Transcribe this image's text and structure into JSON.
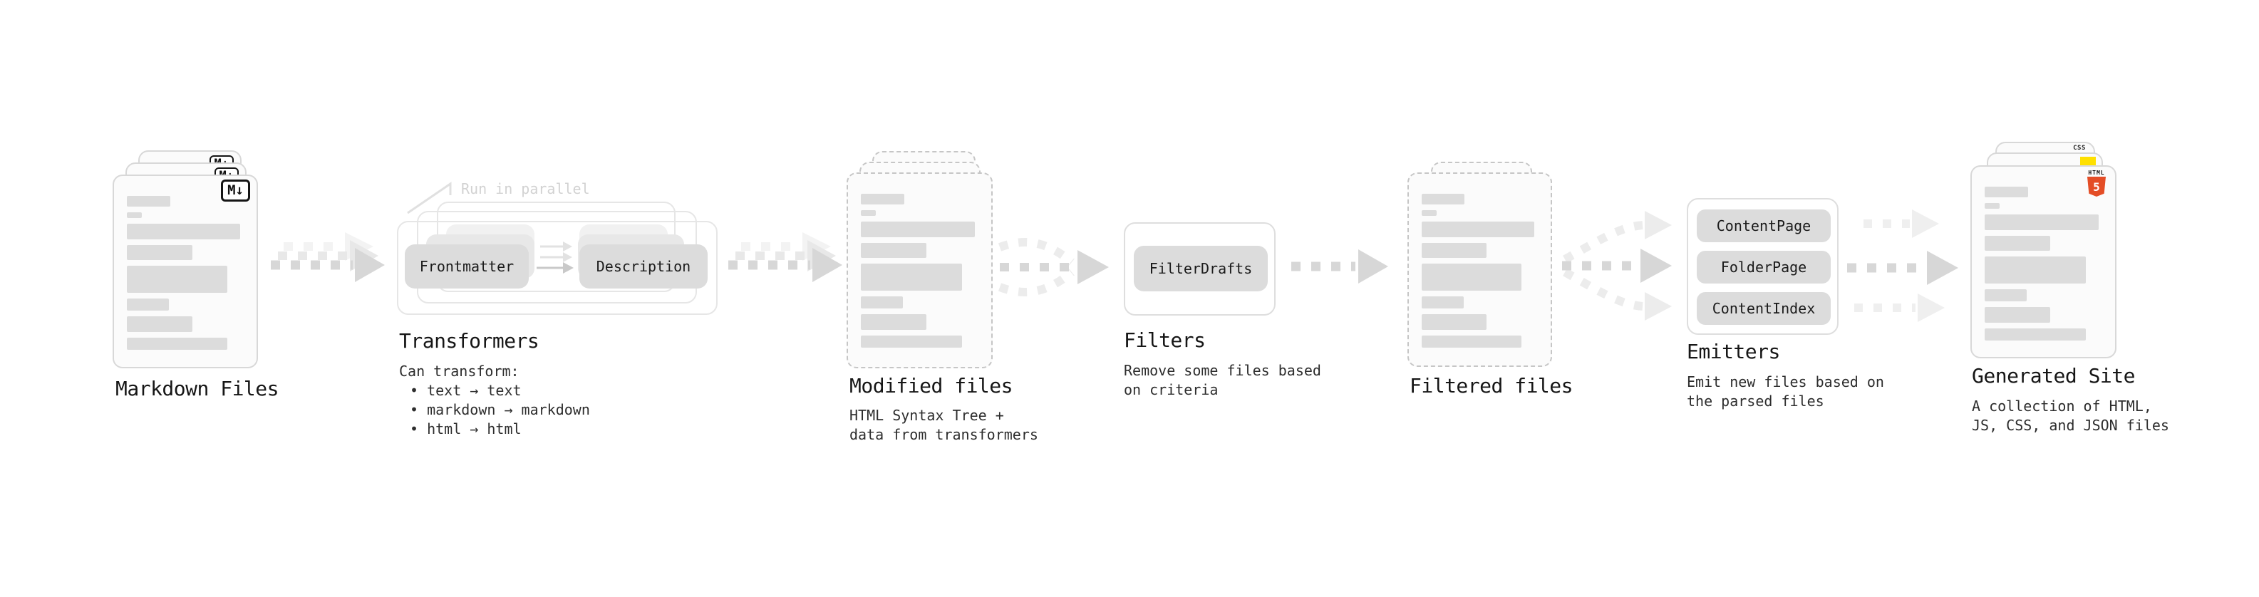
{
  "stages": {
    "markdown_files": {
      "label": "Markdown Files",
      "badge": "M↓"
    },
    "transformers": {
      "label": "Transformers",
      "note": "Run in parallel",
      "plugins": [
        "Frontmatter",
        "Description"
      ],
      "desc_title": "Can transform:",
      "bullets": [
        "• text → text",
        "• markdown → markdown",
        "• html → html"
      ]
    },
    "modified_files": {
      "label": "Modified files",
      "desc": "HTML Syntax Tree +\ndata from transformers"
    },
    "filters": {
      "label": "Filters",
      "plugins": [
        "FilterDrafts"
      ],
      "desc": "Remove some files based\non criteria"
    },
    "filtered_files": {
      "label": "Filtered files"
    },
    "emitters": {
      "label": "Emitters",
      "plugins": [
        "ContentPage",
        "FolderPage",
        "ContentIndex"
      ],
      "desc": "Emit new files based on\nthe parsed files"
    },
    "generated_site": {
      "label": "Generated Site",
      "desc": "A collection of HTML,\nJS, CSS, and JSON files",
      "badges": {
        "html_label": "HTML",
        "html_number": "5",
        "css_label": "CSS"
      }
    }
  },
  "colors": {
    "html5_orange": "#e44d26",
    "css_blue": "#2470f2",
    "js_yellow": "#ffe000"
  }
}
